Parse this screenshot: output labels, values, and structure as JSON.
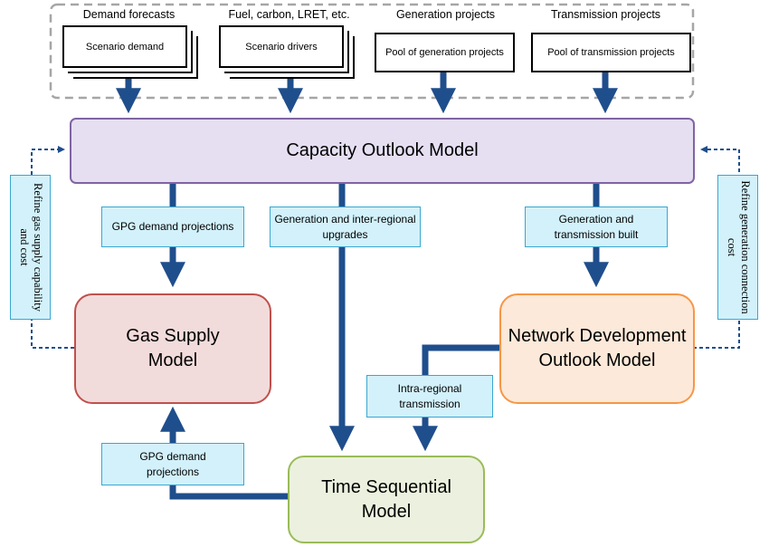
{
  "inputs": [
    {
      "category": "Demand forecasts",
      "box": "Scenario demand"
    },
    {
      "category": "Fuel, carbon, LRET, etc.",
      "box": "Scenario drivers"
    },
    {
      "category": "Generation projects",
      "box": "Pool of generation projects"
    },
    {
      "category": "Transmission projects",
      "box": "Pool of transmission projects"
    }
  ],
  "models": {
    "capacity_outlook": "Capacity Outlook Model",
    "gas_supply": "Gas Supply Model",
    "network_development": "Network Development Outlook Model",
    "time_sequential": "Time Sequential Model"
  },
  "flow_labels": {
    "gpg_demand_top": "GPG demand projections",
    "generation_upgrades": "Generation and inter-regional upgrades",
    "generation_transmission_built": "Generation and transmission built",
    "intra_regional": "Intra-regional transmission",
    "gpg_demand_bottom": "GPG demand projections"
  },
  "feedback": {
    "left": "Refine gas supply capability and cost",
    "right": "Refine generation connection cost"
  },
  "colors": {
    "arrow": "#1f4e8c",
    "capacity_fill": "#e6dff2",
    "capacity_border": "#8064a2",
    "gas_fill": "#f2dcdb",
    "gas_border": "#c0504d",
    "network_fill": "#fde9d9",
    "network_border": "#f79646",
    "time_fill": "#ebf1de",
    "time_border": "#9bbb59",
    "label_fill": "#d2f1fb",
    "label_border": "#3aa7cf"
  }
}
